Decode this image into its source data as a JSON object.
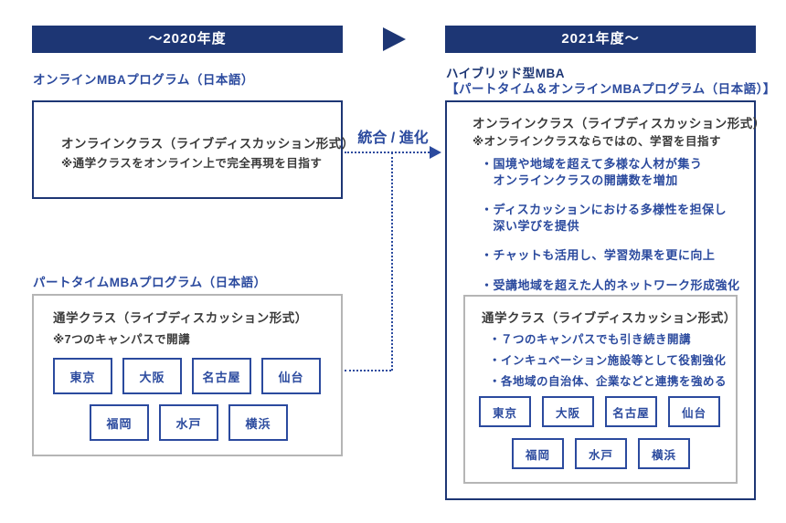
{
  "colors": {
    "navy": "#1d3674",
    "blue": "#2b4a9e",
    "text_dark": "#3a3a3a",
    "gray_border": "#b5b5b5",
    "background": "#ffffff"
  },
  "timeline": {
    "before_label": "～2020年度",
    "after_label": "2021年度～",
    "transition_label": "統合 / 進化"
  },
  "before": {
    "online_program": {
      "heading": "オンラインMBAプログラム（日本語）",
      "class_title": "オンラインクラス（ライブディスカッション形式）",
      "class_note": "※通学クラスをオンライン上で完全再現を目指す"
    },
    "parttime_program": {
      "heading": "パートタイムMBAプログラム（日本語）",
      "class_title": "通学クラス（ライブディスカッション形式）",
      "class_note": "※7つのキャンパスで開講",
      "campuses_row1": [
        "東京",
        "大阪",
        "名古屋",
        "仙台"
      ],
      "campuses_row2": [
        "福岡",
        "水戸",
        "横浜"
      ]
    }
  },
  "after": {
    "heading_line1": "ハイブリッド型MBA",
    "heading_line2": "【パートタイム＆オンラインMBAプログラム（日本語）】",
    "online_class": {
      "title": "オンラインクラス（ライブディスカッション形式）",
      "note": "※オンラインクラスならではの、学習を目指す",
      "bullets": [
        "・国境や地域を超えて多様な人材が集う\n　オンラインクラスの開講数を増加",
        "・ディスカッションにおける多様性を担保し\n　深い学びを提供",
        "・チャットも活用し、学習効果を更に向上",
        "・受講地域を超えた人的ネットワーク形成強化"
      ]
    },
    "commute_class": {
      "title": "通学クラス（ライブディスカッション形式）",
      "bullets": [
        "・７つのキャンパスでも引き続き開講",
        "・インキュベーション施設等として役割強化",
        "・各地域の自治体、企業などと連携を強める"
      ],
      "campuses_row1": [
        "東京",
        "大阪",
        "名古屋",
        "仙台"
      ],
      "campuses_row2": [
        "福岡",
        "水戸",
        "横浜"
      ]
    }
  }
}
